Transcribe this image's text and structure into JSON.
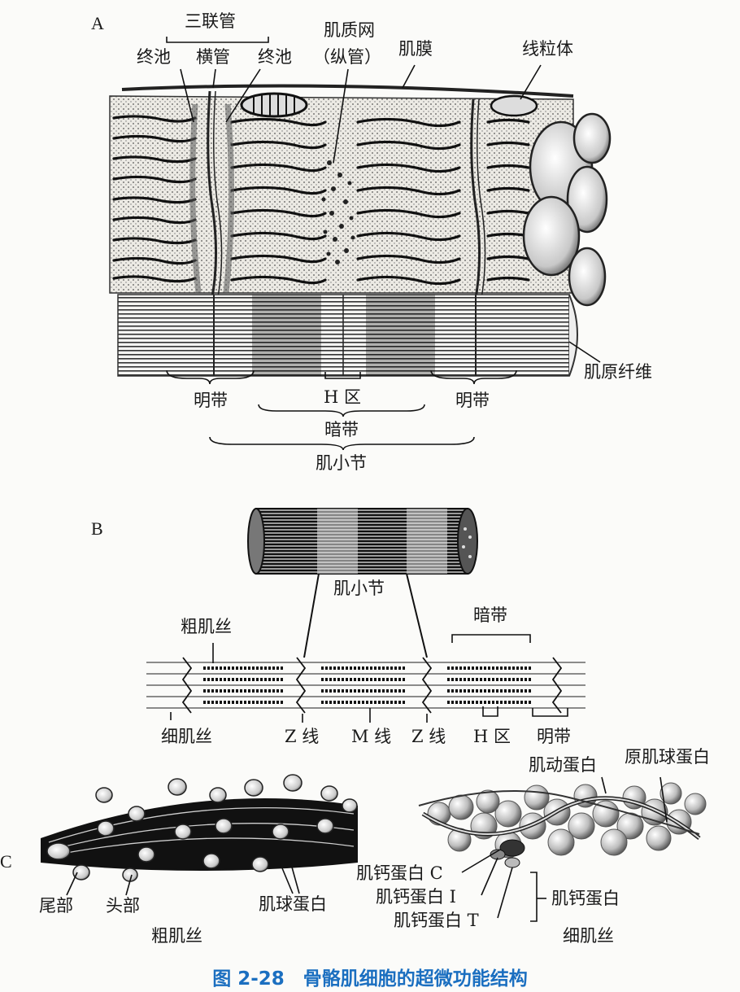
{
  "panels": {
    "a": "A",
    "b": "B",
    "c": "C"
  },
  "panel_a": {
    "triad": "三联管",
    "terminal_cisterna_left": "终池",
    "t_tubule": "横管",
    "terminal_cisterna_right": "终池",
    "sr_line1": "肌质网",
    "sr_line2": "（纵管）",
    "sarcolemma": "肌膜",
    "mitochondrion": "线粒体",
    "myofibril": "肌原纤维",
    "i_band_left": "明带",
    "h_zone": "H 区",
    "i_band_right": "明带",
    "a_band": "暗带",
    "sarcomere": "肌小节"
  },
  "panel_b": {
    "sarcomere": "肌小节",
    "a_band": "暗带",
    "thick_filament": "粗肌丝",
    "thin_filament": "细肌丝",
    "z_line_left": "Z 线",
    "m_line": "M 线",
    "z_line_right": "Z 线",
    "h_zone": "H 区",
    "i_band": "明带"
  },
  "panel_c": {
    "tail": "尾部",
    "head": "头部",
    "myosin": "肌球蛋白",
    "thick_filament": "粗肌丝",
    "actin": "肌动蛋白",
    "tropomyosin": "原肌球蛋白",
    "troponin_c": "肌钙蛋白 C",
    "troponin_i": "肌钙蛋白 I",
    "troponin_t": "肌钙蛋白 T",
    "troponin": "肌钙蛋白",
    "thin_filament": "细肌丝"
  },
  "caption": "图 2-28　骨骼肌细胞的超微功能结构",
  "colors": {
    "caption": "#1b6fc0",
    "ink": "#1a1a1a"
  }
}
